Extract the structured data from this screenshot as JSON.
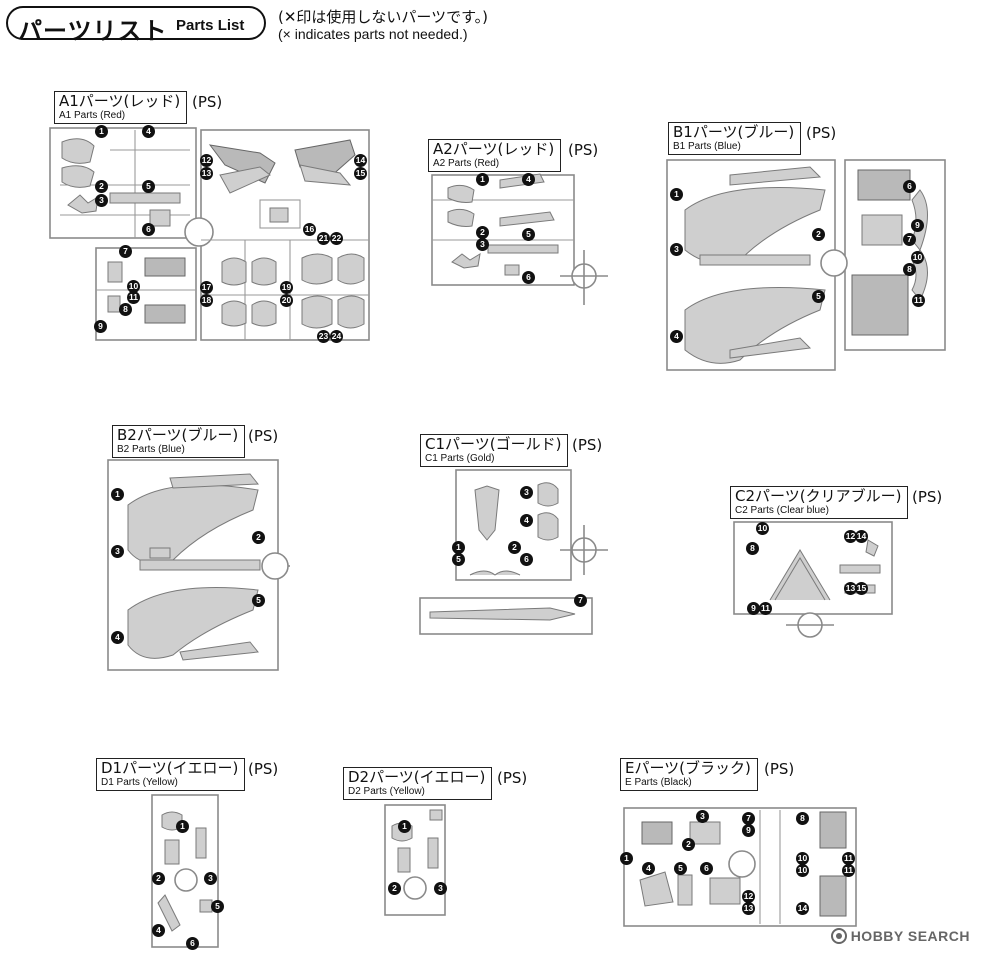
{
  "header": {
    "title_jp": "パーツリスト",
    "title_en": "Parts List",
    "note_jp": "(✕印は使用しないパーツです。)",
    "note_en": "(× indicates parts not needed.)"
  },
  "runners": {
    "A1": {
      "label_jp": "A1パーツ(レッド)",
      "label_en": "A1 Parts (Red)",
      "suffix": "(PS)",
      "nums": [
        "1",
        "4",
        "2",
        "5",
        "3",
        "6",
        "12",
        "13",
        "14",
        "15",
        "7",
        "10",
        "11",
        "8",
        "9",
        "17",
        "18",
        "19",
        "20",
        "16",
        "21",
        "22",
        "23",
        "24"
      ]
    },
    "A2": {
      "label_jp": "A2パーツ(レッド)",
      "label_en": "A2 Parts (Red)",
      "suffix": "(PS)",
      "nums": [
        "1",
        "4",
        "2",
        "5",
        "3",
        "6"
      ]
    },
    "B1": {
      "label_jp": "B1パーツ(ブルー)",
      "label_en": "B1 Parts (Blue)",
      "suffix": "(PS)",
      "nums": [
        "1",
        "2",
        "3",
        "5",
        "4",
        "6",
        "9",
        "7",
        "10",
        "8",
        "11"
      ]
    },
    "B2": {
      "label_jp": "B2パーツ(ブルー)",
      "label_en": "B2 Parts (Blue)",
      "suffix": "(PS)",
      "nums": [
        "1",
        "2",
        "3",
        "5",
        "4"
      ]
    },
    "C1": {
      "label_jp": "C1パーツ(ゴールド)",
      "label_en": "C1 Parts (Gold)",
      "suffix": "(PS)",
      "nums": [
        "3",
        "4",
        "1",
        "5",
        "2",
        "6",
        "7"
      ]
    },
    "C2": {
      "label_jp": "C2パーツ(クリアブルー)",
      "label_en": "C2 Parts (Clear blue)",
      "suffix": "(PS)",
      "nums": [
        "10",
        "12",
        "14",
        "8",
        "13",
        "15",
        "9",
        "11"
      ]
    },
    "D1": {
      "label_jp": "D1パーツ(イエロー)",
      "label_en": "D1 Parts (Yellow)",
      "suffix": "(PS)",
      "nums": [
        "1",
        "2",
        "3",
        "5",
        "4",
        "6"
      ]
    },
    "D2": {
      "label_jp": "D2パーツ(イエロー)",
      "label_en": "D2 Parts (Yellow)",
      "suffix": "(PS)",
      "nums": [
        "1",
        "2",
        "3"
      ]
    },
    "E": {
      "label_jp": "Eパーツ(ブラック)",
      "label_en": "E Parts (Black)",
      "suffix": "(PS)",
      "nums": [
        "3",
        "7",
        "9",
        "8",
        "1",
        "4",
        "5",
        "6",
        "10",
        "10",
        "11",
        "11",
        "12",
        "13",
        "14",
        "2"
      ]
    }
  },
  "watermark": {
    "text": "HOBBY SEARCH",
    "icon": "hobbysearch-logo-icon"
  },
  "colors": {
    "ink": "#111111",
    "runner": "#8a8a8a",
    "part_fill": "#cfcfcf"
  }
}
